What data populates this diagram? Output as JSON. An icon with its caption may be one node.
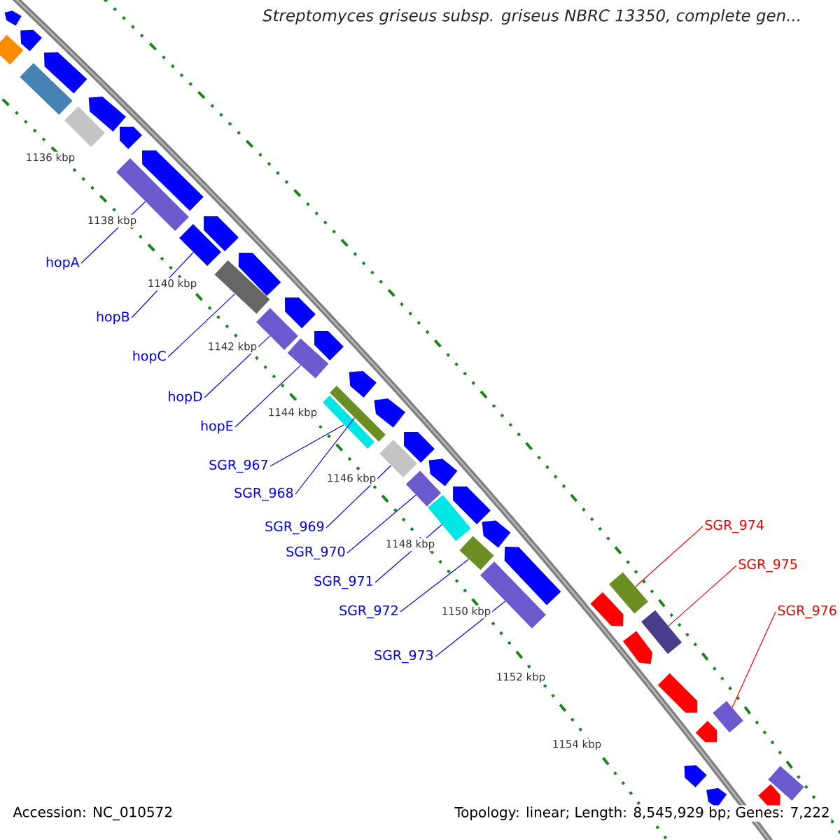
{
  "diagram": {
    "title": "Streptomyces griseus subsp. griseus NBRC 13350, complete gen...",
    "nodes": [
      {
        "text": [
          "hopA"
        ]
      },
      {
        "text": [
          "hopB"
        ]
      },
      {
        "text": [
          "hopC"
        ]
      },
      {
        "text": [
          "hopD"
        ]
      },
      {
        "text": [
          "hopE"
        ]
      },
      {
        "text": [
          "SGR_967"
        ]
      },
      {
        "text": [
          "SGR_968"
        ]
      },
      {
        "text": [
          "SGR_969"
        ]
      },
      {
        "text": [
          "SGR_970"
        ]
      },
      {
        "text": [
          "SGR_971"
        ]
      },
      {
        "text": [
          "SGR_972"
        ]
      },
      {
        "text": [
          "SGR_973"
        ]
      },
      {
        "text": [
          "SGR_974"
        ]
      },
      {
        "text": [
          "SGR_975"
        ]
      },
      {
        "text": [
          "SGR_976"
        ]
      },
      {
        "text": [],
        "shape": "bar"
      },
      {
        "text": [],
        "shape": "bar"
      },
      {
        "text": [],
        "shape": "bar"
      },
      {
        "text": [],
        "shape": "bar"
      },
      {
        "text": [],
        "shape": "bar"
      },
      {
        "text": [],
        "shape": "bar"
      },
      {
        "text": [],
        "shape": "bar"
      },
      {
        "text": [],
        "shape": "bar"
      },
      {
        "text": [],
        "shape": "bar"
      },
      {
        "text": [],
        "shape": "bar"
      },
      {
        "text": [],
        "shape": "bar"
      },
      {
        "text": [],
        "shape": "bar"
      },
      {
        "text": [],
        "shape": "bar"
      },
      {
        "text": [],
        "shape": "bar"
      },
      {
        "text": [],
        "shape": "bar"
      },
      {
        "text": [],
        "shape": "arrow"
      },
      {
        "text": [],
        "shape": "arrow"
      },
      {
        "text": [],
        "shape": "arrow"
      },
      {
        "text": [],
        "shape": "arrow"
      },
      {
        "text": [],
        "shape": "arrow"
      },
      {
        "text": [],
        "shape": "arrow"
      },
      {
        "text": [],
        "shape": "arrow"
      },
      {
        "text": [],
        "shape": "arrow"
      },
      {
        "text": [],
        "shape": "arrow"
      },
      {
        "text": [],
        "shape": "arrow"
      },
      {
        "text": [],
        "shape": "arrow"
      },
      {
        "text": [],
        "shape": "arrow"
      },
      {
        "text": [],
        "shape": "arrow"
      },
      {
        "text": [],
        "shape": "arrow"
      },
      {
        "text": [],
        "shape": "arrow"
      },
      {
        "text": [],
        "shape": "arrow"
      },
      {
        "text": [],
        "shape": "arrow"
      },
      {
        "text": [],
        "shape": "arrow"
      },
      {
        "text": [],
        "shape": "arrow"
      },
      {
        "text": [],
        "shape": "bar"
      },
      {
        "text": [],
        "shape": "bar"
      },
      {
        "text": [],
        "shape": "bar"
      },
      {
        "text": [],
        "shape": "arrow"
      },
      {
        "text": [],
        "shape": "arrow"
      },
      {
        "text": [],
        "shape": "arrow"
      },
      {
        "text": [],
        "shape": "arrow"
      },
      {
        "text": [],
        "shape": "arrow"
      },
      {
        "text": [],
        "shape": "bar"
      }
    ],
    "edges": [
      {
        "from": 0,
        "to": 15,
        "arrow": "none"
      },
      {
        "from": 1,
        "to": 16,
        "arrow": "none"
      },
      {
        "from": 2,
        "to": 17,
        "arrow": "none"
      },
      {
        "from": 3,
        "to": 18,
        "arrow": "none"
      },
      {
        "from": 4,
        "to": 19,
        "arrow": "none"
      },
      {
        "from": 5,
        "to": 20,
        "arrow": "none"
      },
      {
        "from": 6,
        "to": 21,
        "arrow": "none"
      },
      {
        "from": 7,
        "to": 22,
        "arrow": "none"
      },
      {
        "from": 8,
        "to": 23,
        "arrow": "none"
      },
      {
        "from": 9,
        "to": 24,
        "arrow": "none"
      },
      {
        "from": 10,
        "to": 25,
        "arrow": "none"
      },
      {
        "from": 11,
        "to": 26,
        "arrow": "none"
      },
      {
        "from": 12,
        "to": 27,
        "arrow": "none",
        "color": "#ff0000"
      },
      {
        "from": 13,
        "to": 28,
        "arrow": "none",
        "color": "#ff0000"
      },
      {
        "from": 14,
        "to": 29,
        "arrow": "none",
        "color": "#ff0000"
      }
    ],
    "labels": [
      "1136 kbp",
      "1138 kbp",
      "1140 kbp",
      "1142 kbp",
      "1144 kbp",
      "1146 kbp",
      "1148 kbp",
      "1150 kbp",
      "1152 kbp",
      "1154 kbp",
      "Accession: NC_010572",
      "Topology: linear; Length: 8,545,929 bp; Genes: 7,222"
    ]
  }
}
